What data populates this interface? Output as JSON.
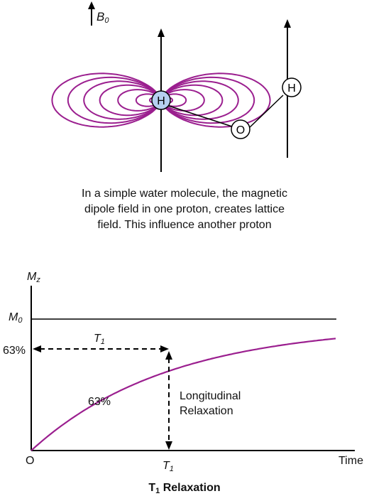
{
  "top_diagram": {
    "b0_label": "B",
    "b0_subscript": "0",
    "proton_label": "H",
    "oxygen_label": "O",
    "second_proton_label": "H",
    "caption_line1": "In a simple water molecule, the magnetic",
    "caption_line2": "dipole field in one proton, creates lattice",
    "caption_line3": "field. This influence another proton",
    "colors": {
      "field_lines": "#9b1f8f",
      "proton_fill": "#b6cff0"
    }
  },
  "relaxation_graph": {
    "y_axis_label": "M",
    "y_axis_subscript": "z",
    "m0_label": "M",
    "m0_subscript": "0",
    "t1_label": "T",
    "t1_subscript": "1",
    "left_percent_label": "63%",
    "curve_percent_label": "63%",
    "longitudinal_line1": "Longitudinal",
    "longitudinal_line2": "Relaxation",
    "origin_label": "O",
    "time_label": "Time",
    "t1_axis_label": "T",
    "t1_axis_subscript": "1",
    "title_main": "T",
    "title_sub": "1",
    "title_rest": " Relaxation",
    "colors": {
      "curve": "#9b1f8f"
    }
  }
}
